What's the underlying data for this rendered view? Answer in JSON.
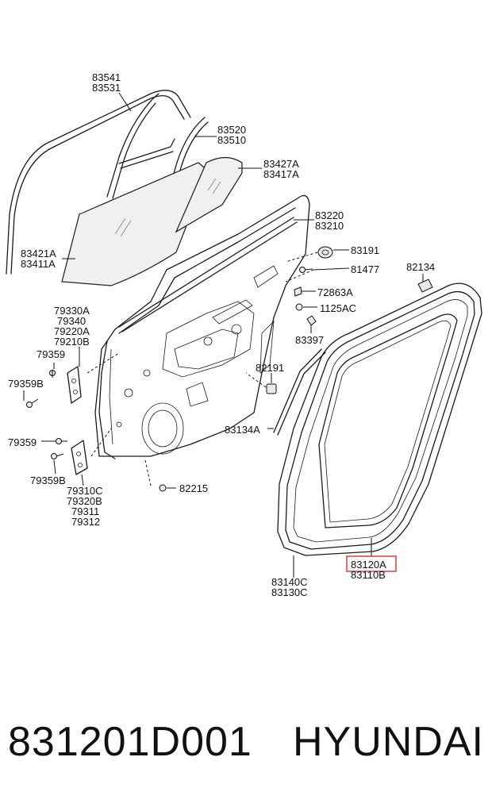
{
  "diagram": {
    "highlight_color": "#e03030",
    "highlighted_part": "83120A",
    "labels": [
      {
        "id": "l83541",
        "text": "83541"
      },
      {
        "id": "l83531",
        "text": "83531"
      },
      {
        "id": "l83520",
        "text": "83520"
      },
      {
        "id": "l83510",
        "text": "83510"
      },
      {
        "id": "l83427A",
        "text": "83427A"
      },
      {
        "id": "l83417A",
        "text": "83417A"
      },
      {
        "id": "l83220",
        "text": "83220"
      },
      {
        "id": "l83210",
        "text": "83210"
      },
      {
        "id": "l83421A",
        "text": "83421A"
      },
      {
        "id": "l83411A",
        "text": "83411A"
      },
      {
        "id": "l83191",
        "text": "83191"
      },
      {
        "id": "l81477",
        "text": "81477"
      },
      {
        "id": "l82134",
        "text": "82134"
      },
      {
        "id": "l72863A",
        "text": "72863A"
      },
      {
        "id": "l1125AC",
        "text": "1125AC"
      },
      {
        "id": "l83397",
        "text": "83397"
      },
      {
        "id": "l79330A",
        "text": "79330A"
      },
      {
        "id": "l79340",
        "text": "79340"
      },
      {
        "id": "l79220A",
        "text": "79220A"
      },
      {
        "id": "l79210B",
        "text": "79210B"
      },
      {
        "id": "l79359a",
        "text": "79359"
      },
      {
        "id": "l79359Ba",
        "text": "79359B"
      },
      {
        "id": "l82191",
        "text": "82191"
      },
      {
        "id": "l83134A",
        "text": "83134A"
      },
      {
        "id": "l79359b",
        "text": "79359"
      },
      {
        "id": "l79359Bb",
        "text": "79359B"
      },
      {
        "id": "l82215",
        "text": "82215"
      },
      {
        "id": "l79310C",
        "text": "79310C"
      },
      {
        "id": "l79320B",
        "text": "79320B"
      },
      {
        "id": "l79311",
        "text": "79311"
      },
      {
        "id": "l79312",
        "text": "79312"
      },
      {
        "id": "l83120A",
        "text": "83120A"
      },
      {
        "id": "l83110B",
        "text": "83110B"
      },
      {
        "id": "l83140C",
        "text": "83140C"
      },
      {
        "id": "l83130C",
        "text": "83130C"
      }
    ]
  },
  "caption": {
    "part_number": "831201D001",
    "brand": "HYUNDAI"
  }
}
